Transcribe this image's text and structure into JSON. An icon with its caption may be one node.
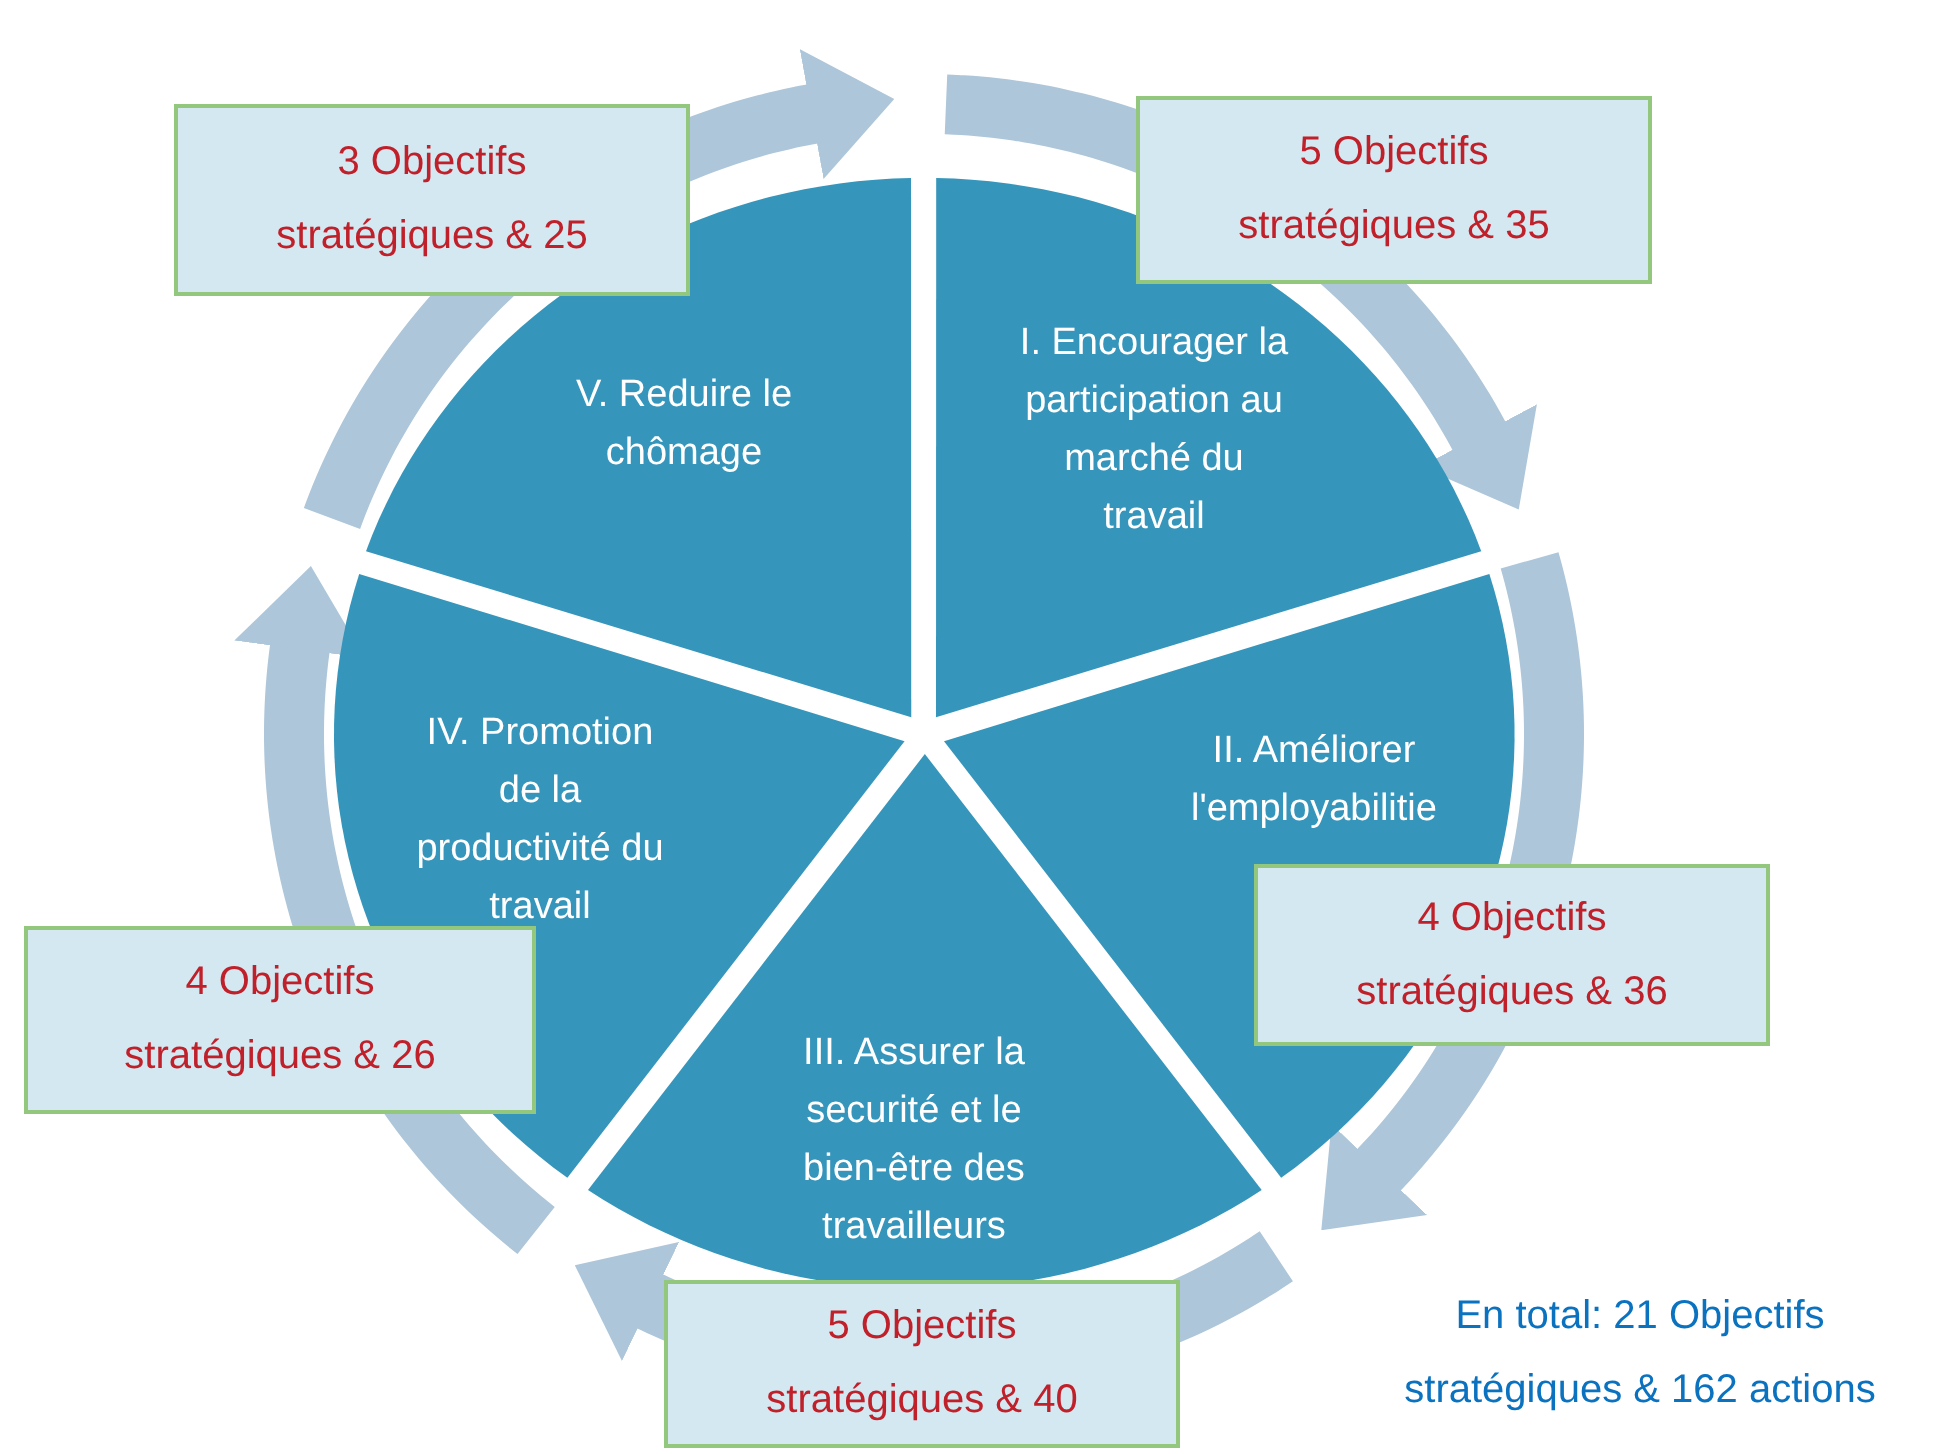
{
  "diagram": {
    "nodes": [
      {
        "text": [
          "I. Encourager la participation au marché du travail"
        ]
      },
      {
        "text": [
          "II. Améliorer l'employabilitie"
        ]
      },
      {
        "text": [
          "III. Assurer la securité et le bien-être des travailleurs"
        ]
      },
      {
        "text": [
          "IV. Promotion de la productivité du travail"
        ]
      },
      {
        "text": [
          "V. Reduire le chômage"
        ]
      },
      {
        "text": [
          "5 Objectifs stratégiques & 35"
        ]
      },
      {
        "text": [
          "4 Objectifs stratégiques & 36"
        ]
      },
      {
        "text": [
          "5 Objectifs stratégiques & 40"
        ]
      },
      {
        "text": [
          "4 Objectifs stratégiques & 26"
        ]
      },
      {
        "text": [
          "3 Objectifs stratégiques & 25"
        ]
      }
    ],
    "labels": [
      "En total: 21 Objectifs stratégiques & 162 actions"
    ]
  }
}
